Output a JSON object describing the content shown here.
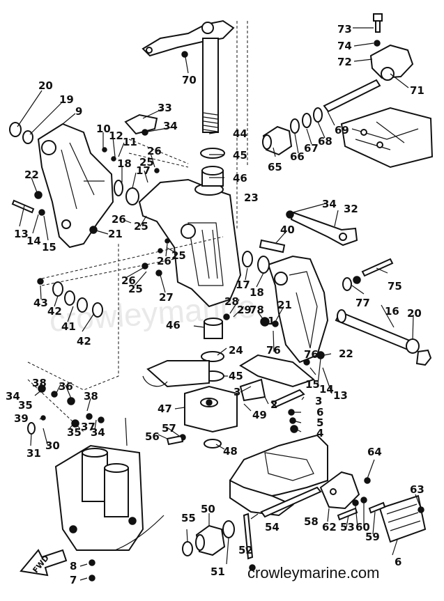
{
  "watermark": "crowleymarine.com",
  "background_watermark": "crowleymarine",
  "fwd_label": "FWD",
  "callouts": [
    {
      "id": "c1",
      "text": "73"
    },
    {
      "id": "c2",
      "text": "74"
    },
    {
      "id": "c3",
      "text": "72"
    },
    {
      "id": "c4",
      "text": "71"
    },
    {
      "id": "c5",
      "text": "70"
    },
    {
      "id": "c6",
      "text": "20"
    },
    {
      "id": "c7",
      "text": "19"
    },
    {
      "id": "c8",
      "text": "9"
    },
    {
      "id": "c9",
      "text": "33"
    },
    {
      "id": "c10",
      "text": "34"
    },
    {
      "id": "c11",
      "text": "44"
    },
    {
      "id": "c12",
      "text": "45"
    },
    {
      "id": "c13",
      "text": "10"
    },
    {
      "id": "c14",
      "text": "12"
    },
    {
      "id": "c15",
      "text": "11"
    },
    {
      "id": "c16",
      "text": "26"
    },
    {
      "id": "c17",
      "text": "25"
    },
    {
      "id": "c18",
      "text": "18"
    },
    {
      "id": "c19",
      "text": "17"
    },
    {
      "id": "c20",
      "text": "46"
    },
    {
      "id": "c21",
      "text": "65"
    },
    {
      "id": "c22",
      "text": "66"
    },
    {
      "id": "c23",
      "text": "67"
    },
    {
      "id": "c24",
      "text": "68"
    },
    {
      "id": "c25",
      "text": "69"
    },
    {
      "id": "c26",
      "text": "22"
    },
    {
      "id": "c27",
      "text": "23"
    },
    {
      "id": "c28",
      "text": "34"
    },
    {
      "id": "c29",
      "text": "32"
    },
    {
      "id": "c30",
      "text": "13"
    },
    {
      "id": "c31",
      "text": "14"
    },
    {
      "id": "c32",
      "text": "15"
    },
    {
      "id": "c33",
      "text": "26"
    },
    {
      "id": "c34",
      "text": "25"
    },
    {
      "id": "c35",
      "text": "21"
    },
    {
      "id": "c36",
      "text": "40"
    },
    {
      "id": "c37",
      "text": "26"
    },
    {
      "id": "c38",
      "text": "25"
    },
    {
      "id": "c39",
      "text": "26"
    },
    {
      "id": "c40",
      "text": "25"
    },
    {
      "id": "c41",
      "text": "27"
    },
    {
      "id": "c42",
      "text": "17"
    },
    {
      "id": "c43",
      "text": "18"
    },
    {
      "id": "c44",
      "text": "75"
    },
    {
      "id": "c45",
      "text": "43"
    },
    {
      "id": "c46",
      "text": "42"
    },
    {
      "id": "c47",
      "text": "41"
    },
    {
      "id": "c48",
      "text": "42"
    },
    {
      "id": "c49",
      "text": "28"
    },
    {
      "id": "c50",
      "text": "29"
    },
    {
      "id": "c51",
      "text": "78"
    },
    {
      "id": "c52",
      "text": "21"
    },
    {
      "id": "c53",
      "text": "1"
    },
    {
      "id": "c54",
      "text": "76"
    },
    {
      "id": "c55",
      "text": "77"
    },
    {
      "id": "c56",
      "text": "16"
    },
    {
      "id": "c57",
      "text": "20"
    },
    {
      "id": "c58",
      "text": "46"
    },
    {
      "id": "c59",
      "text": "24"
    },
    {
      "id": "c60",
      "text": "76"
    },
    {
      "id": "c61",
      "text": "22"
    },
    {
      "id": "c62",
      "text": "38"
    },
    {
      "id": "c63",
      "text": "34"
    },
    {
      "id": "c64",
      "text": "36"
    },
    {
      "id": "c65",
      "text": "35"
    },
    {
      "id": "c66",
      "text": "38"
    },
    {
      "id": "c67",
      "text": "45"
    },
    {
      "id": "c68",
      "text": "15"
    },
    {
      "id": "c69",
      "text": "14"
    },
    {
      "id": "c70",
      "text": "13"
    },
    {
      "id": "c71",
      "text": "39"
    },
    {
      "id": "c72",
      "text": "37"
    },
    {
      "id": "c73",
      "text": "35"
    },
    {
      "id": "c74",
      "text": "30"
    },
    {
      "id": "c75",
      "text": "3"
    },
    {
      "id": "c76",
      "text": "2"
    },
    {
      "id": "c77",
      "text": "3"
    },
    {
      "id": "c78",
      "text": "34"
    },
    {
      "id": "c79",
      "text": "47"
    },
    {
      "id": "c80",
      "text": "49"
    },
    {
      "id": "c81",
      "text": "6"
    },
    {
      "id": "c82",
      "text": "5"
    },
    {
      "id": "c83",
      "text": "4"
    },
    {
      "id": "c84",
      "text": "31"
    },
    {
      "id": "c85",
      "text": "57"
    },
    {
      "id": "c86",
      "text": "56"
    },
    {
      "id": "c87",
      "text": "48"
    },
    {
      "id": "c88",
      "text": "64"
    },
    {
      "id": "c89",
      "text": "63"
    },
    {
      "id": "c90",
      "text": "50"
    },
    {
      "id": "c91",
      "text": "55"
    },
    {
      "id": "c92",
      "text": "54"
    },
    {
      "id": "c93",
      "text": "58"
    },
    {
      "id": "c94",
      "text": "62"
    },
    {
      "id": "c95",
      "text": "53"
    },
    {
      "id": "c96",
      "text": "60"
    },
    {
      "id": "c97",
      "text": "59"
    },
    {
      "id": "c98",
      "text": "51"
    },
    {
      "id": "c99",
      "text": "52"
    },
    {
      "id": "c100",
      "text": "8"
    },
    {
      "id": "c101",
      "text": "7"
    },
    {
      "id": "c102",
      "text": "6"
    }
  ]
}
